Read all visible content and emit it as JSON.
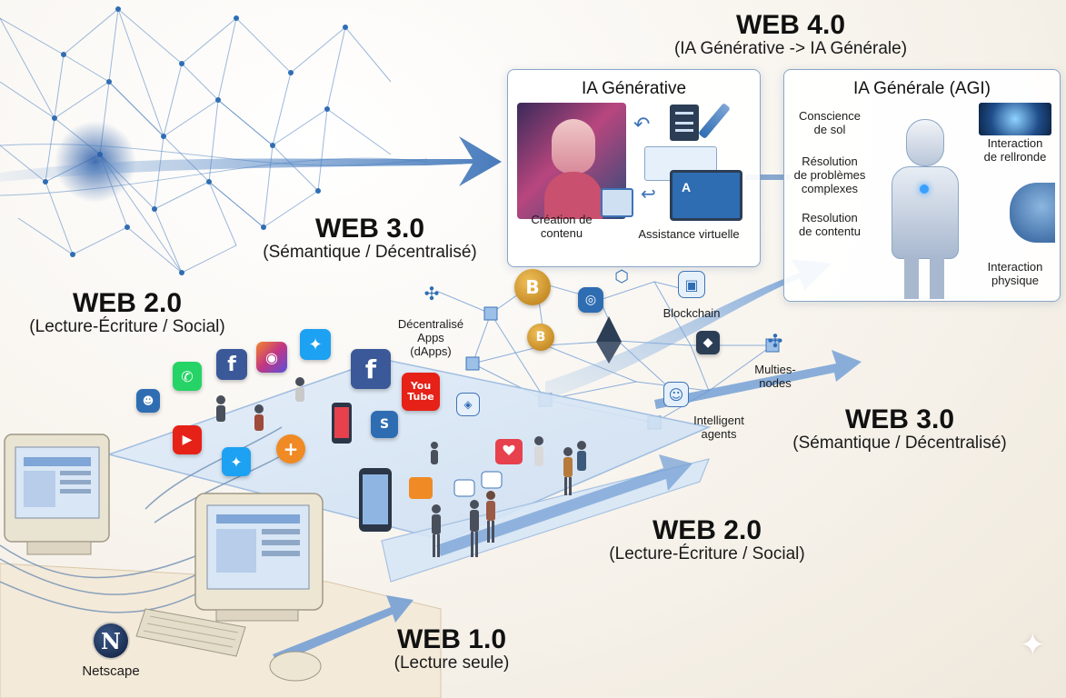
{
  "web4": {
    "title": "WEB 4.0",
    "subtitle": "(IA Générative -> IA Générale)"
  },
  "panel_gen": {
    "title": "IA Générative",
    "label_content": "Création de\ncontenu",
    "label_assist": "Assistance virtuelle"
  },
  "panel_agi": {
    "title": "IA Générale (AGI)",
    "label_conscience": "Conscience\nde sol",
    "label_problems": "Résolution\nde problèmes\ncomplexes",
    "label_contenu": "Resolution\nde contentu",
    "label_interaction1": "Interaction\nde rellronde",
    "label_interaction2": "Interaction\nphysique"
  },
  "web3_upper": {
    "title": "WEB 3.0",
    "subtitle": "(Sémantique / Décentralisé)"
  },
  "web3_lower": {
    "title": "WEB 3.0",
    "subtitle": "(Sémantique / Décentralisé)"
  },
  "web2_upper": {
    "title": "WEB 2.0",
    "subtitle": "(Lecture-Écriture / Social)"
  },
  "web2_lower": {
    "title": "WEB 2.0",
    "subtitle": "(Lecture-Écriture / Social)"
  },
  "web1": {
    "title": "WEB 1.0",
    "subtitle": "(Lecture seule)"
  },
  "web3_labels": {
    "dapps": "Décentralisé\nApps\n(dApps)",
    "blockchain": "Blockchain",
    "multinodes": "Multies-\nnodes",
    "agents": "Intelligent\nagents"
  },
  "netscape": {
    "label": "Netscape",
    "letter": "N"
  },
  "icons": {
    "bitcoin1": "B",
    "bitcoin2": "B",
    "facebook": "f",
    "facebook2": "f",
    "youtube_text": "You\nTube",
    "skype": "S",
    "plus": "+",
    "mini_text": "A"
  },
  "colors": {
    "accent_blue": "#2f6db3",
    "network_blue": "#4a7fc0",
    "facebook": "#3b5998",
    "twitter": "#1da1f2",
    "youtube": "#e62117",
    "whatsapp": "#25d366",
    "instagram": "#c13584",
    "bitcoin": "#d99a2b"
  }
}
